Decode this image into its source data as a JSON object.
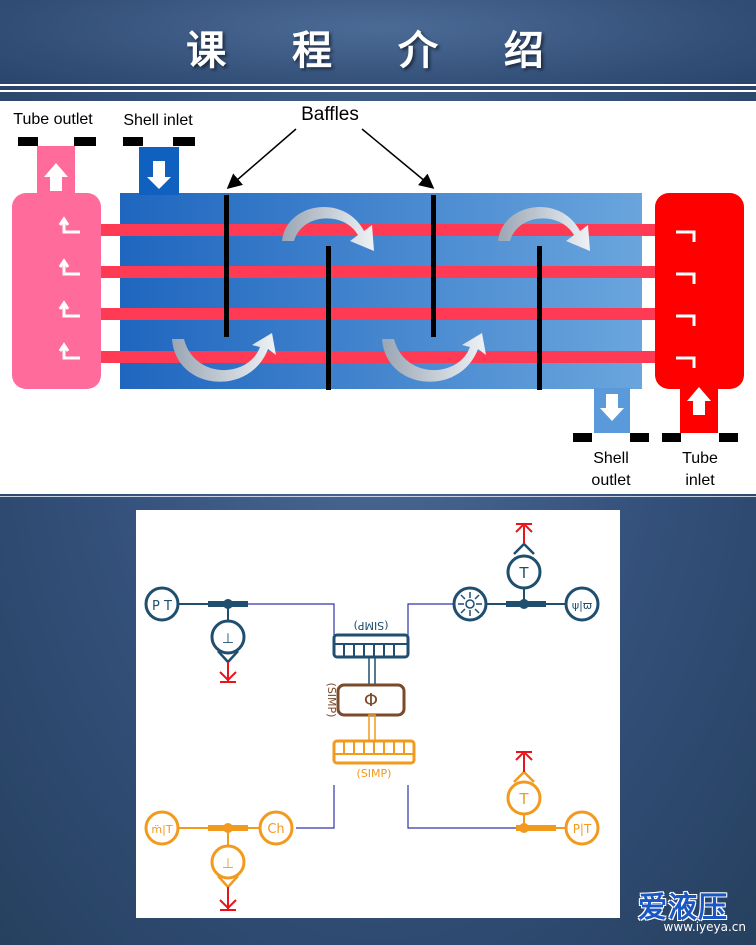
{
  "slide": {
    "title": "课 程 介 绍"
  },
  "heat_exchanger": {
    "labels": {
      "tube_outlet": "Tube outlet",
      "shell_inlet": "Shell inlet",
      "baffles": "Baffles",
      "shell_outlet_line1": "Shell",
      "shell_outlet_line2": "outlet",
      "tube_inlet_line1": "Tube",
      "tube_inlet_line2": "inlet"
    },
    "colors": {
      "shell": "#4a86cc",
      "tube": "#ff3a55",
      "tube_outlet_header": "#ff6b9a",
      "tube_inlet_header": "#ff0000",
      "shell_inlet_nozzle": "#1060c0",
      "baffle": "#000000"
    },
    "tube_count": 4,
    "baffle_count": 4
  },
  "pid_diagram": {
    "symbols": {
      "pt_left": "P T",
      "mp_right": "ψ|ϖ",
      "mt_left": "m̈|T",
      "pt_right": "P|T",
      "temp_top": "T",
      "temp_right": "T",
      "tee_top_left": "⊥",
      "tee_bottom_left": "⊥",
      "ch_meter": "Ch",
      "separator": "Φ"
    },
    "labels": {
      "simp_top": "(SIMP)",
      "simp_middle": "(SIMP)",
      "simp_bottom": "(SIMP)"
    },
    "colors": {
      "navy": "#1f4e6e",
      "orange": "#f29a1e",
      "brown": "#7a4a2a",
      "red": "#e8141c",
      "line": "#3333aa"
    }
  },
  "watermark": {
    "brand": "爱液压",
    "site": "www.iyeya.cn"
  }
}
